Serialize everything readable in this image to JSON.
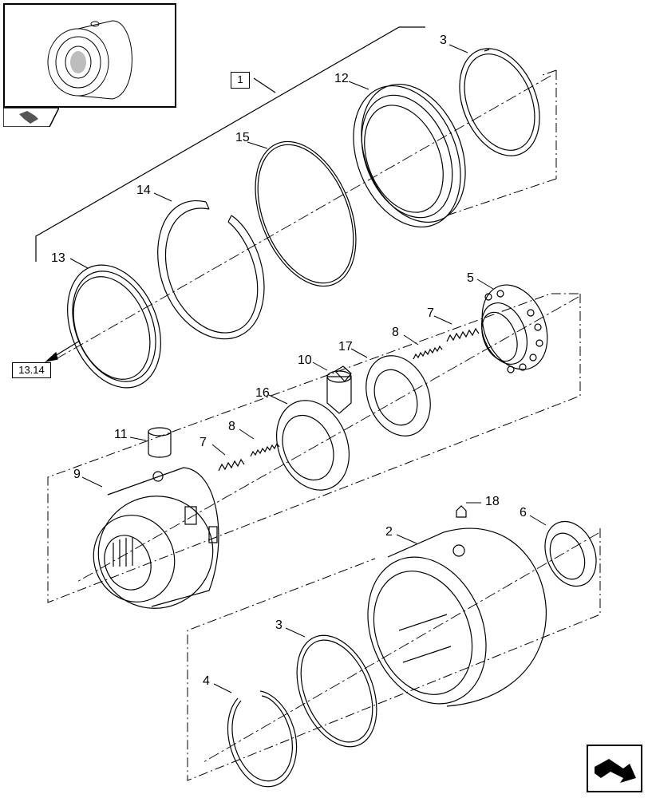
{
  "group_ref": "1",
  "see_ref": "13.14",
  "icons": {
    "thumbnail": "assembly-thumbnail-icon",
    "previous": "previous-page-icon",
    "next": "next-page-icon"
  },
  "parts": [
    {
      "id": "p3a",
      "label": "3"
    },
    {
      "id": "p12",
      "label": "12"
    },
    {
      "id": "p15",
      "label": "15"
    },
    {
      "id": "p14",
      "label": "14"
    },
    {
      "id": "p13",
      "label": "13"
    },
    {
      "id": "p5",
      "label": "5"
    },
    {
      "id": "p7a",
      "label": "7"
    },
    {
      "id": "p8a",
      "label": "8"
    },
    {
      "id": "p17",
      "label": "17"
    },
    {
      "id": "p10",
      "label": "10"
    },
    {
      "id": "p16",
      "label": "16"
    },
    {
      "id": "p11",
      "label": "11"
    },
    {
      "id": "p8b",
      "label": "8"
    },
    {
      "id": "p7b",
      "label": "7"
    },
    {
      "id": "p9",
      "label": "9"
    },
    {
      "id": "p18",
      "label": "18"
    },
    {
      "id": "p2",
      "label": "2"
    },
    {
      "id": "p6",
      "label": "6"
    },
    {
      "id": "p3b",
      "label": "3"
    },
    {
      "id": "p4",
      "label": "4"
    }
  ]
}
